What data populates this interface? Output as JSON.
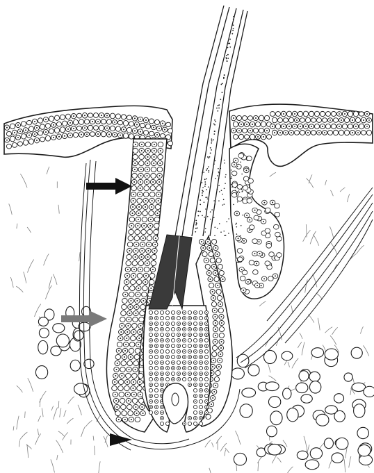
{
  "diagram": {
    "colors": {
      "background": "#ffffff",
      "line": "#1a1a1a",
      "cell_fill": "#ffffff",
      "dark_region": "#3a3a3a",
      "gray_arrow": "#7a7a7a",
      "black_arrow": "#111111"
    },
    "markers": [
      {
        "name": "black-arrow-outer-root-sheath",
        "color": "#111111",
        "shape": "arrow-right"
      },
      {
        "name": "gray-arrow-connective-sheath",
        "color": "#7a7a7a",
        "shape": "arrow-right"
      },
      {
        "name": "arrowhead-dermal-papilla-base",
        "color": "#111111",
        "shape": "triangle-right"
      }
    ]
  }
}
